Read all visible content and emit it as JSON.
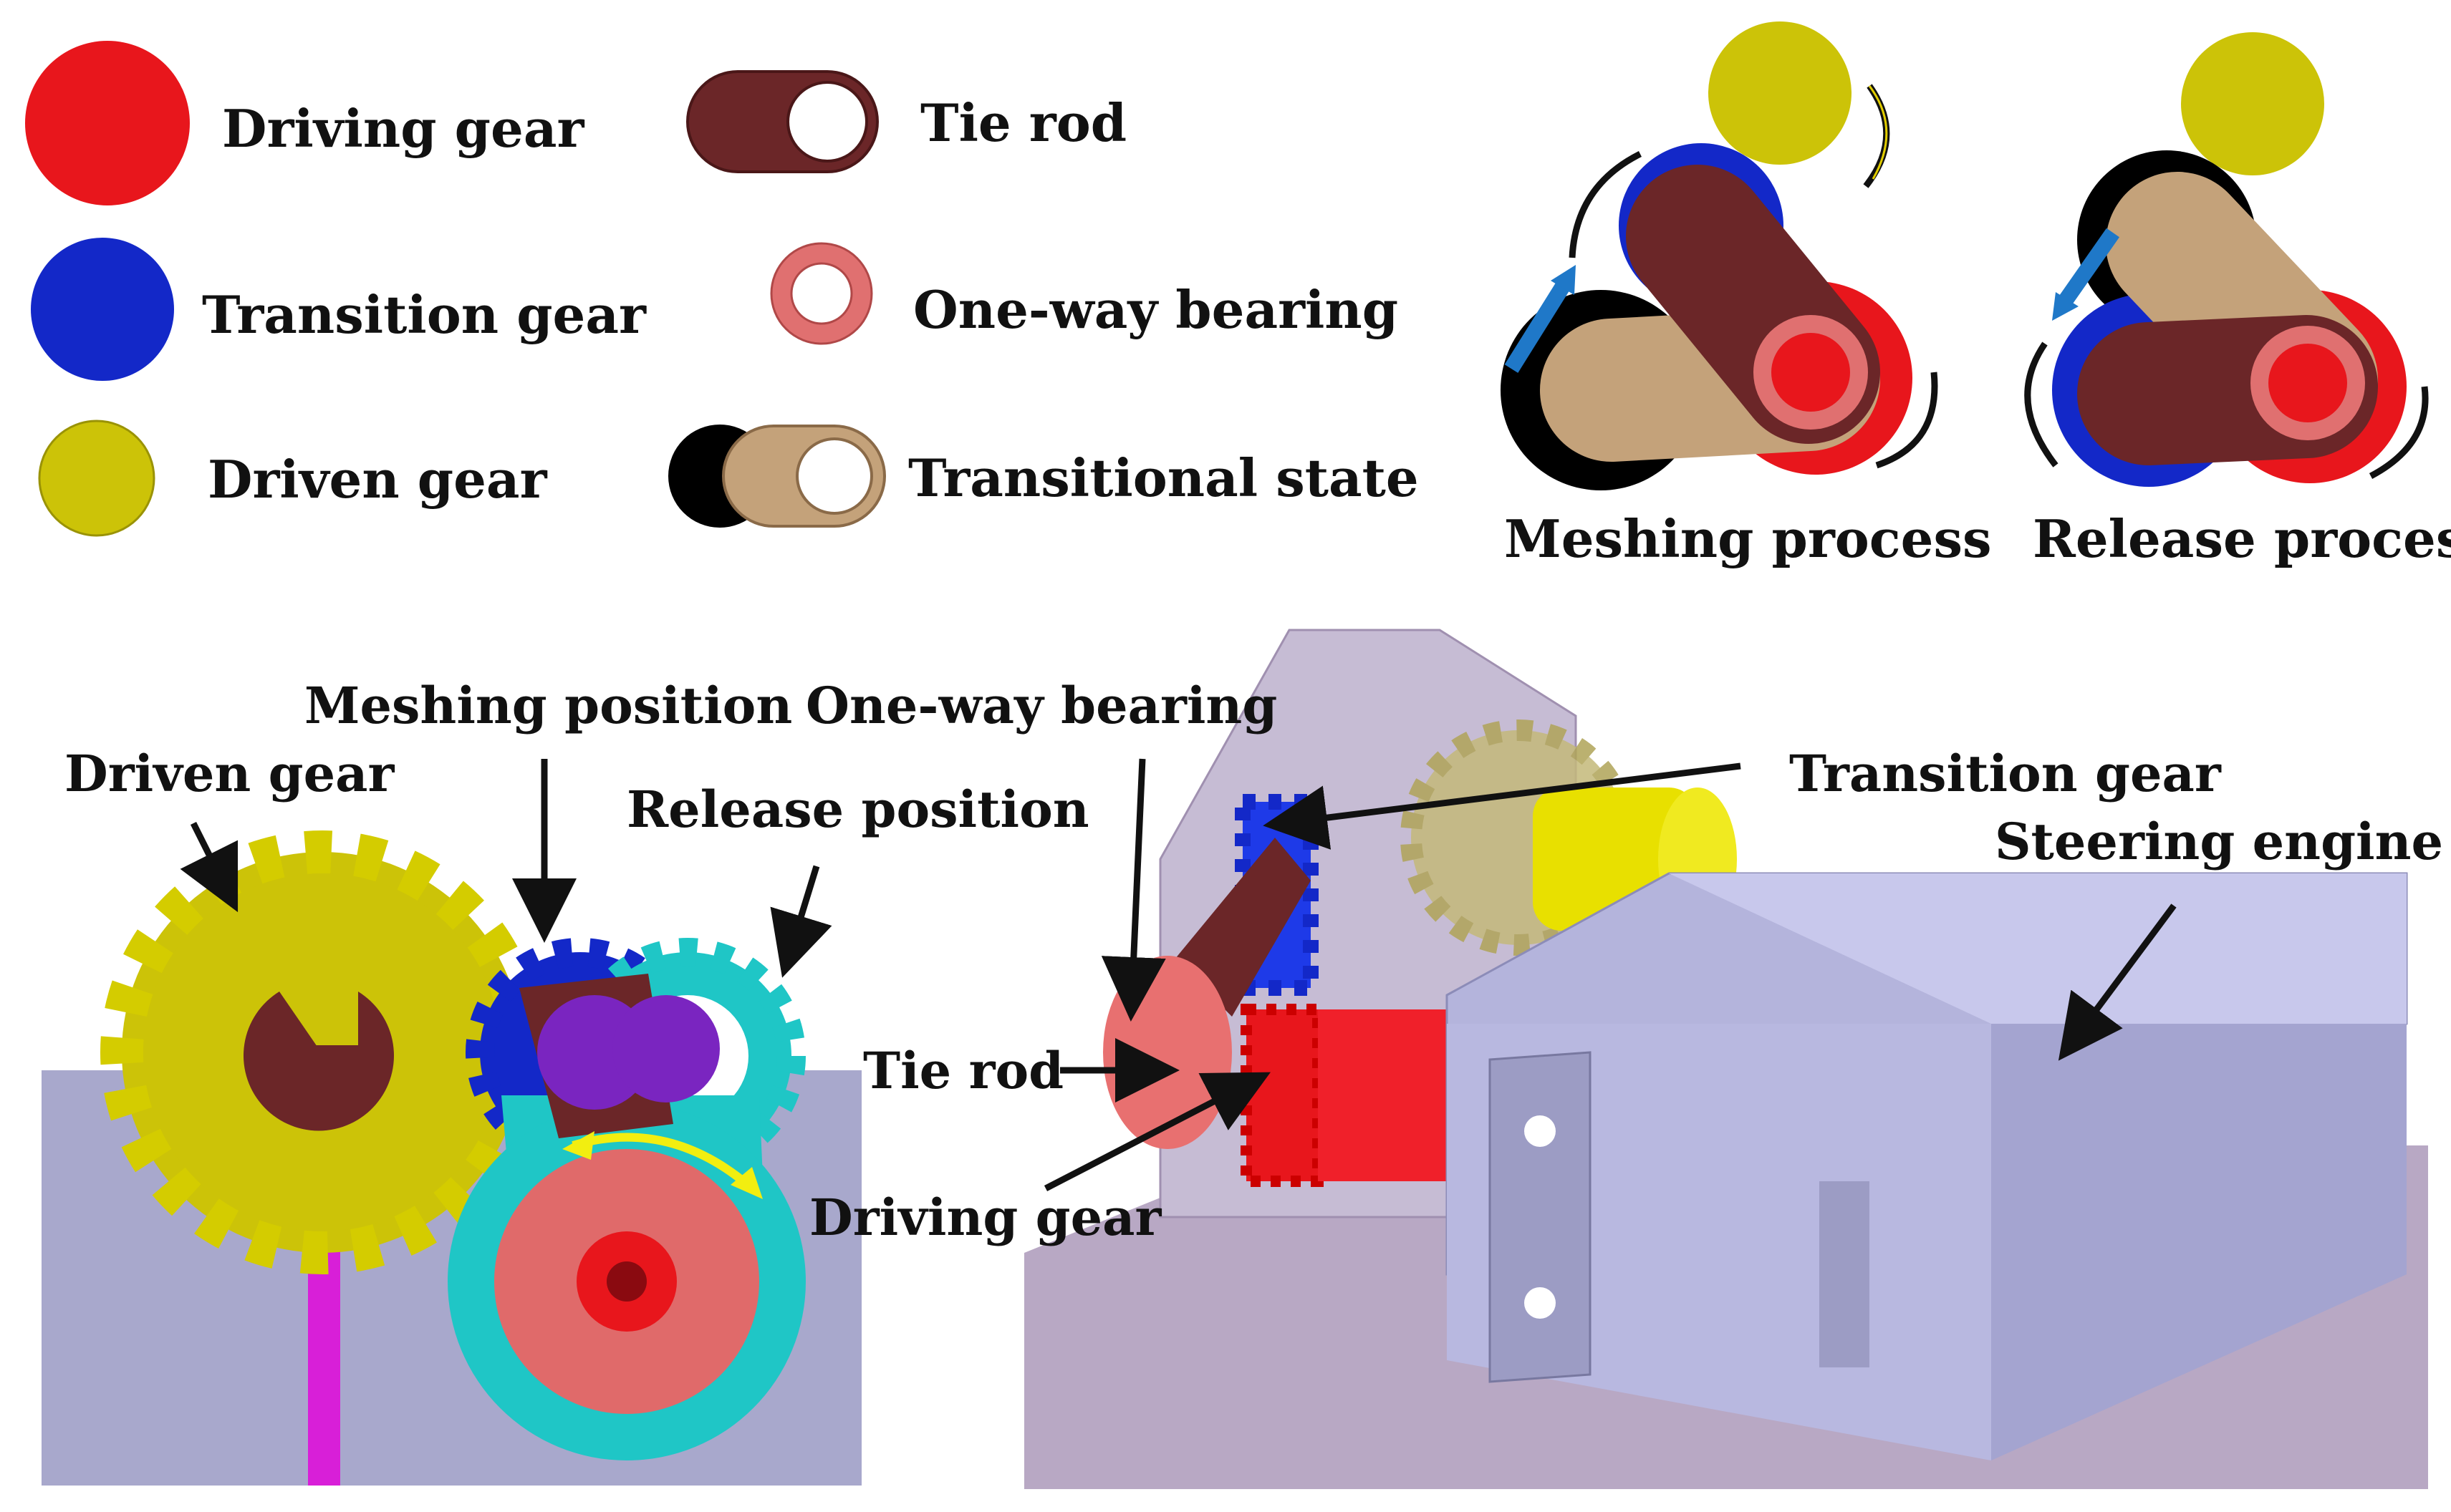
{
  "legend": {
    "driving_gear": "Driving gear",
    "transition_gear": "Transition gear",
    "driven_gear": "Driven gear",
    "tie_rod": "Tie rod",
    "one_way_bearing": "One-way bearing",
    "transitional_state": "Transitional state"
  },
  "process": {
    "meshing": "Meshing process",
    "release": "Release process"
  },
  "gear_view": {
    "driven_gear": "Driven gear",
    "meshing_position": "Meshing position",
    "release_position": "Release position"
  },
  "assembly": {
    "one_way_bearing": "One-way bearing",
    "transition_gear": "Transition gear",
    "steering_engine": "Steering engine",
    "tie_rod": "Tie rod",
    "driving_gear": "Driving gear"
  },
  "colors": {
    "driving": "#e8161c",
    "transition": "#1328c8",
    "driven": "#ccc308",
    "tie_rod": "#6b2628",
    "bearing": "#e07070",
    "transitional": "#c4a27a",
    "cyan": "#1fc6c6",
    "purple": "#7a25c0"
  }
}
